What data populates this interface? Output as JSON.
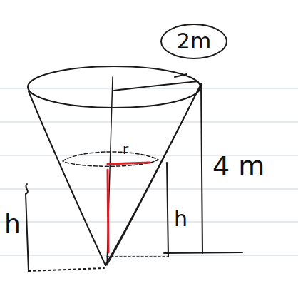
{
  "diagram": {
    "nodes": [
      {
        "text": [
          "2m"
        ]
      }
    ],
    "labels": [
      "4 m",
      "h",
      "h",
      "r"
    ]
  }
}
